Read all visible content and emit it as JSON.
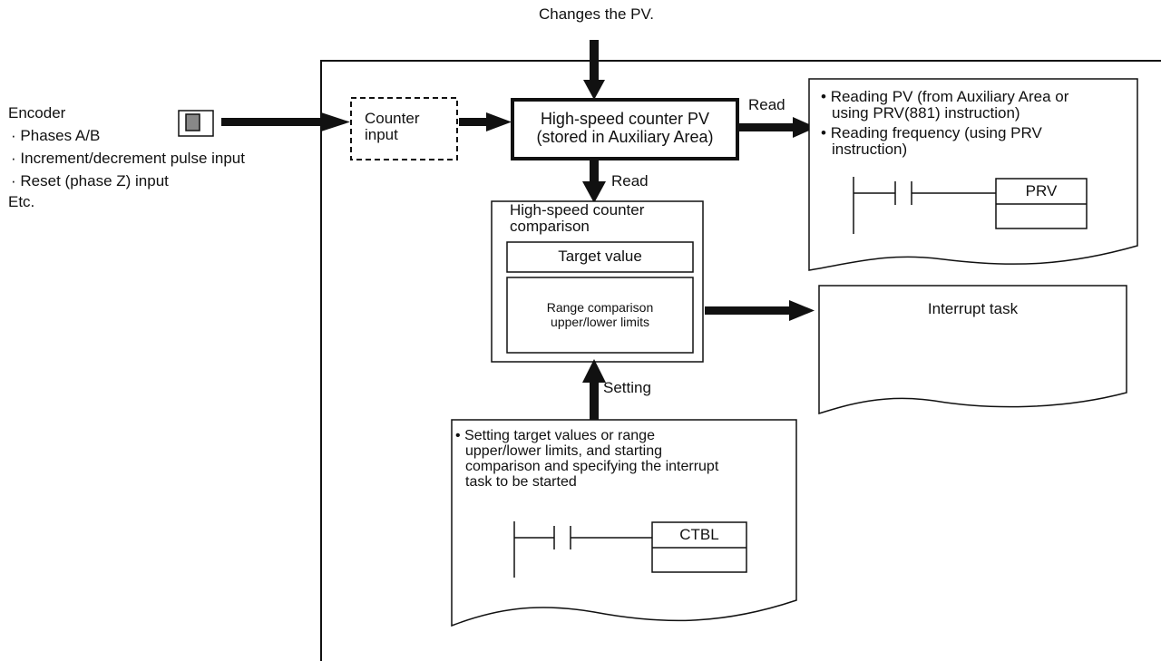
{
  "top_label": "Changes the PV.",
  "encoder": {
    "title": "Encoder",
    "items": [
      "Phases A/B",
      "Increment/decrement pulse input",
      "Reset (phase Z) input"
    ],
    "etc": "Etc.",
    "bullet_glyph": "·"
  },
  "counter_input": [
    "Counter",
    "input"
  ],
  "pv_box": [
    "High-speed counter PV",
    "(stored in Auxiliary Area)"
  ],
  "read_right_label": "Read",
  "read_down_label": "Read",
  "comparison": {
    "title": [
      "High-speed counter",
      "comparison"
    ],
    "target": "Target value",
    "range": [
      "Range comparison",
      "upper/lower limits"
    ]
  },
  "setting_label": "Setting",
  "reading_doc": {
    "bullets": [
      [
        "Reading PV (from Auxiliary Area or",
        "using PRV(881) instruction)"
      ],
      [
        "Reading frequency (using PRV",
        "instruction)"
      ]
    ],
    "bullet_glyph": "•",
    "instruction": "PRV"
  },
  "interrupt_doc": {
    "label": "Interrupt task"
  },
  "setting_doc": {
    "lines": [
      "Setting target values or range",
      "upper/lower limits, and starting",
      "comparison and specifying the interrupt",
      "task to be started"
    ],
    "bullet_glyph": "•",
    "instruction": "CTBL"
  }
}
